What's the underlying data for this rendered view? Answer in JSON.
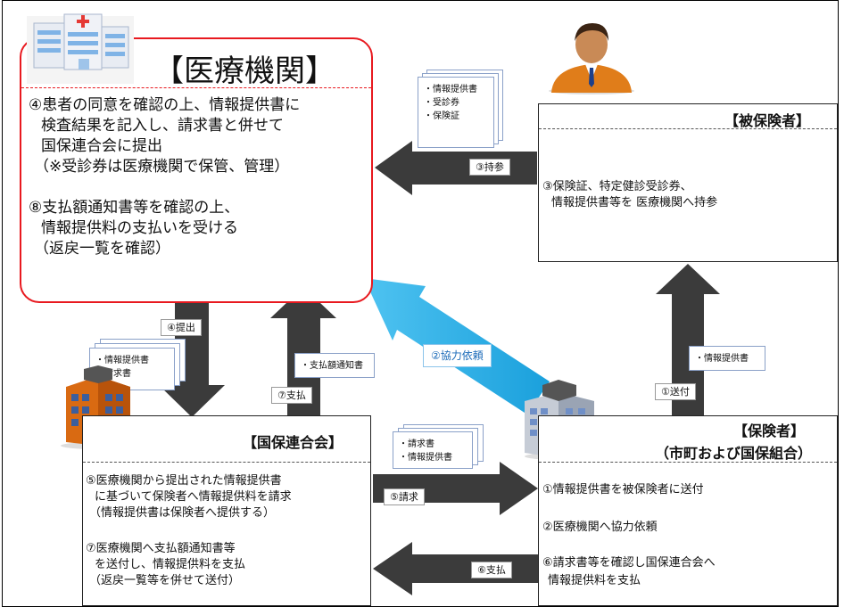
{
  "medical": {
    "title": "【医療機関】",
    "lines": [
      "④患者の同意を確認の上、情報提供書に",
      "検査結果を記入し、請求書と併せて",
      "国保連合会に提出",
      "（※受診券は医療機関で保管、管理）",
      "⑧支払額通知書等を確認の上、",
      "情報提供料の支払いを受ける",
      "（返戻一覧を確認）"
    ]
  },
  "insured": {
    "title": "【被保険者】",
    "lines": [
      "③保険証、特定健診受診券、",
      "情報提供書等を 医療機関へ持参"
    ]
  },
  "kokuho": {
    "title": "【国保連合会】",
    "lines": [
      "⑤医療機関から提出された情報提供書",
      "に基づいて保険者へ情報提供料を請求",
      "（情報提供書は保険者へ提供する）",
      "⑦医療機関へ支払額通知書等",
      "を送付し、情報提供料を支払",
      "（返戻一覧等を併せて送付）"
    ]
  },
  "insurer": {
    "title1": "【保険者】",
    "title2": "（市町および国保組合）",
    "lines": [
      "①情報提供書を被保険者に送付",
      "②医療機関へ協力依頼",
      "⑥請求書等を確認し国保連合会へ",
      "情報提供料を支払"
    ]
  },
  "docs": {
    "carry": [
      "・情報提供書",
      "・受診券",
      "・保険証"
    ],
    "submit": [
      "・情報提供書",
      "・請求書"
    ],
    "notice": [
      "・支払額通知書"
    ],
    "send": [
      "・情報提供書"
    ],
    "claim": [
      "・請求書",
      "・情報提供書"
    ]
  },
  "arrow_labels": {
    "carry": "③持参",
    "submit": "④提出",
    "pay7": "⑦支払",
    "request": "②協力依頼",
    "send": "①送付",
    "claim": "⑤請求",
    "pay6": "⑥支払"
  },
  "colors": {
    "medical_border": "#e8191f",
    "dark_arrow": "#3b3b3b",
    "request_arrow": "#1aa9e2",
    "request_label": "#1a6ab8"
  },
  "icons": [
    "hospital-icon",
    "person-icon",
    "federation-building-icon",
    "insurer-building-icon"
  ]
}
